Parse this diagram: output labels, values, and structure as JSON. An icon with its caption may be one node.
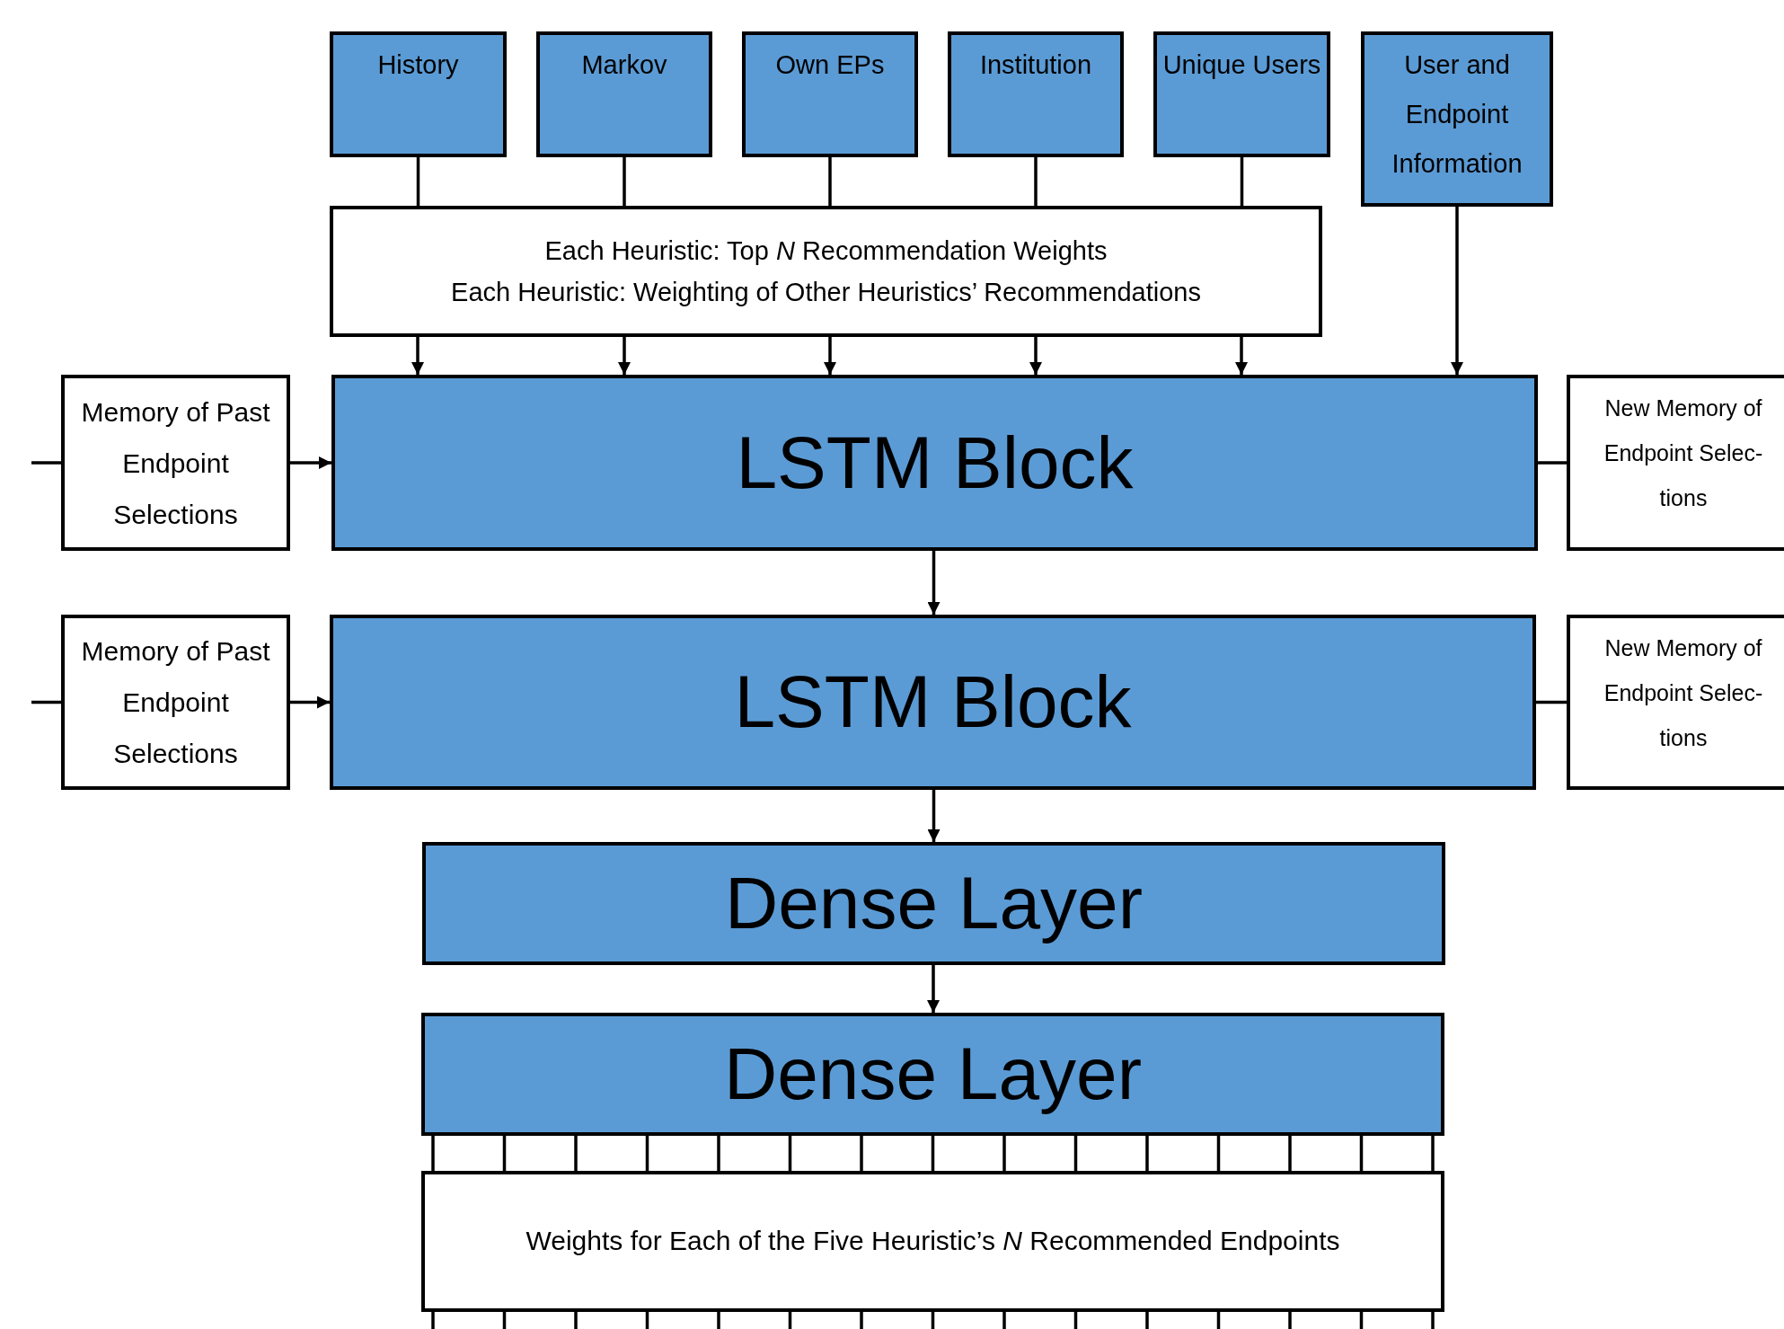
{
  "diagram": {
    "nodes": [
      {
        "text": [
          "History"
        ]
      },
      {
        "text": [
          "Markov"
        ]
      },
      {
        "text": [
          "Own EPs"
        ]
      },
      {
        "text": [
          "Institution"
        ]
      },
      {
        "text": [
          "Unique Users"
        ]
      },
      {
        "text": [
          "User and Endpoint Information"
        ]
      },
      {
        "text": [
          "Each Heuristic: Top *N* Recommendation Weights",
          "Each Heuristic: Weighting of Other Heuristics’ Recommendations"
        ]
      },
      {
        "text": [
          "Memory of Past Endpoint Selections"
        ]
      },
      {
        "text": [
          "LSTM Block"
        ]
      },
      {
        "text": [
          "New Memory of Endpoint Selec- tions"
        ]
      },
      {
        "text": [
          "Memory of Past Endpoint Selections"
        ]
      },
      {
        "text": [
          "LSTM Block"
        ]
      },
      {
        "text": [
          "New Memory of Endpoint Selec- tions"
        ]
      },
      {
        "text": [
          "Dense Layer"
        ]
      },
      {
        "text": [
          "Dense Layer"
        ]
      },
      {
        "text": [
          "Weights for Each of the Five Heuristic’s *N* Recommended Endpoints"
        ]
      }
    ],
    "edges": [
      {
        "from": 0,
        "to": 6,
        "arrow": "none"
      },
      {
        "from": 1,
        "to": 6,
        "arrow": "none"
      },
      {
        "from": 2,
        "to": 6,
        "arrow": "none"
      },
      {
        "from": 3,
        "to": 6,
        "arrow": "none"
      },
      {
        "from": 4,
        "to": 6,
        "arrow": "none"
      },
      {
        "from": 6,
        "to": 8,
        "arrow": "to"
      },
      {
        "from": 6,
        "to": 8,
        "arrow": "to"
      },
      {
        "from": 6,
        "to": 8,
        "arrow": "to"
      },
      {
        "from": 6,
        "to": 8,
        "arrow": "to"
      },
      {
        "from": 6,
        "to": 8,
        "arrow": "to"
      },
      {
        "from": 5,
        "to": 8,
        "arrow": "to"
      },
      {
        "from": null,
        "to": 7,
        "arrow": "none"
      },
      {
        "from": 7,
        "to": 8,
        "arrow": "to"
      },
      {
        "from": 8,
        "to": 9,
        "arrow": "none"
      },
      {
        "from": 8,
        "to": 11,
        "arrow": "to"
      },
      {
        "from": null,
        "to": 10,
        "arrow": "none"
      },
      {
        "from": 10,
        "to": 11,
        "arrow": "to"
      },
      {
        "from": 11,
        "to": 12,
        "arrow": "none"
      },
      {
        "from": 11,
        "to": 13,
        "arrow": "to"
      },
      {
        "from": 13,
        "to": 14,
        "arrow": "to"
      },
      {
        "from": 14,
        "to": 15,
        "arrow": "none"
      },
      {
        "from": 14,
        "to": 15,
        "arrow": "none"
      },
      {
        "from": 14,
        "to": 15,
        "arrow": "none"
      },
      {
        "from": 14,
        "to": 15,
        "arrow": "none"
      },
      {
        "from": 14,
        "to": 15,
        "arrow": "none"
      },
      {
        "from": 14,
        "to": 15,
        "arrow": "none"
      },
      {
        "from": 14,
        "to": 15,
        "arrow": "none"
      },
      {
        "from": 14,
        "to": 15,
        "arrow": "none"
      },
      {
        "from": 14,
        "to": 15,
        "arrow": "none"
      },
      {
        "from": 14,
        "to": 15,
        "arrow": "none"
      },
      {
        "from": 14,
        "to": 15,
        "arrow": "none"
      },
      {
        "from": 14,
        "to": 15,
        "arrow": "none"
      },
      {
        "from": 14,
        "to": 15,
        "arrow": "none"
      },
      {
        "from": 14,
        "to": 15,
        "arrow": "none"
      },
      {
        "from": 14,
        "to": 15,
        "arrow": "none"
      },
      {
        "from": 15,
        "to": null,
        "arrow": "none"
      },
      {
        "from": 15,
        "to": null,
        "arrow": "none"
      },
      {
        "from": 15,
        "to": null,
        "arrow": "none"
      },
      {
        "from": 15,
        "to": null,
        "arrow": "none"
      },
      {
        "from": 15,
        "to": null,
        "arrow": "none"
      },
      {
        "from": 15,
        "to": null,
        "arrow": "none"
      },
      {
        "from": 15,
        "to": null,
        "arrow": "none"
      },
      {
        "from": 15,
        "to": null,
        "arrow": "none"
      },
      {
        "from": 15,
        "to": null,
        "arrow": "none"
      },
      {
        "from": 15,
        "to": null,
        "arrow": "none"
      },
      {
        "from": 15,
        "to": null,
        "arrow": "none"
      },
      {
        "from": 15,
        "to": null,
        "arrow": "none"
      },
      {
        "from": 15,
        "to": null,
        "arrow": "none"
      },
      {
        "from": 15,
        "to": null,
        "arrow": "none"
      },
      {
        "from": 15,
        "to": null,
        "arrow": "none"
      }
    ]
  }
}
